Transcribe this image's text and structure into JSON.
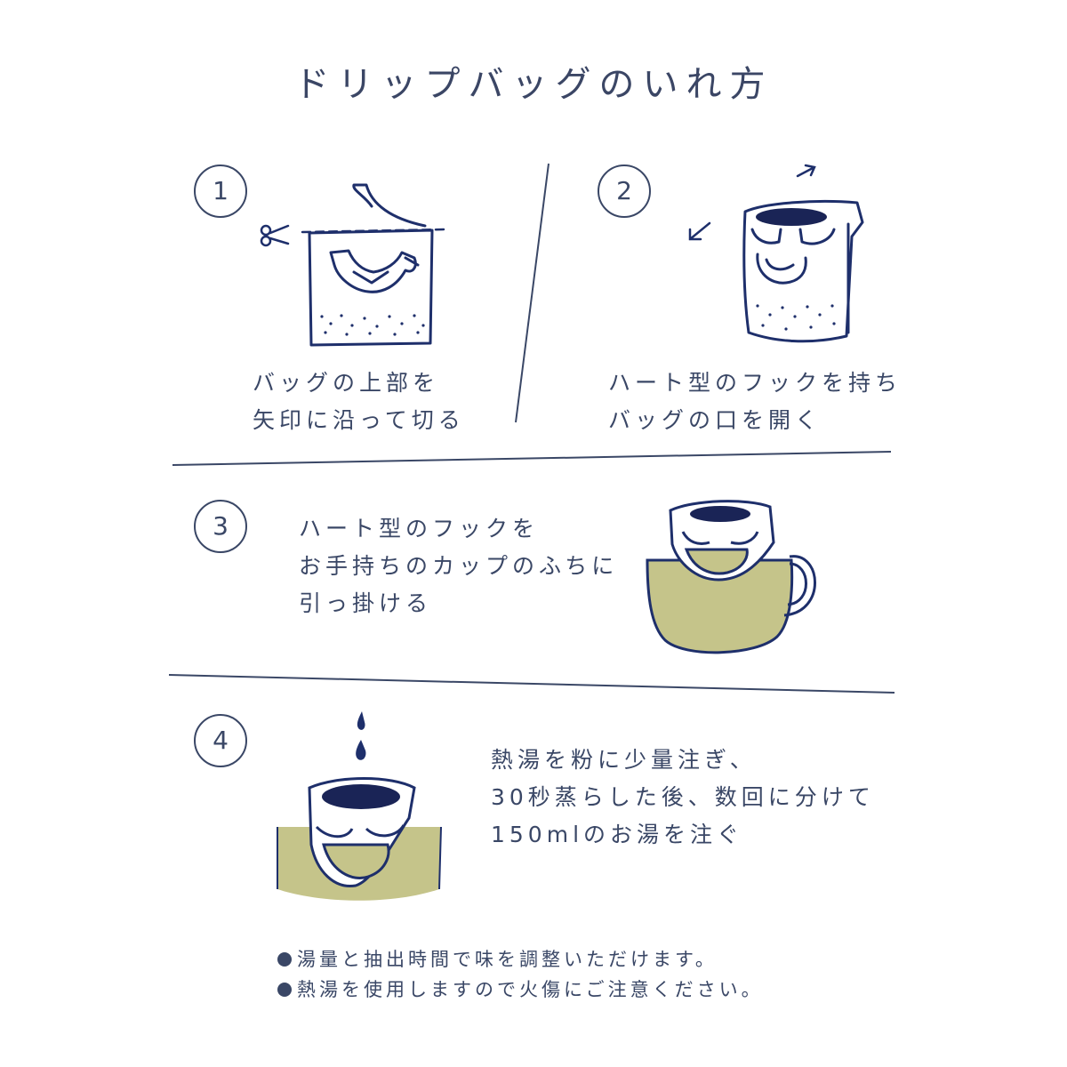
{
  "title": "ドリップバッグのいれ方",
  "steps": [
    {
      "number": "1",
      "lines": [
        "バッグの上部を",
        "矢印に沿って切る"
      ]
    },
    {
      "number": "2",
      "lines": [
        "ハート型のフックを持ち",
        "バッグの口を開く"
      ]
    },
    {
      "number": "3",
      "lines": [
        "ハート型のフックを",
        "お手持ちのカップのふちに",
        "引っ掛ける"
      ]
    },
    {
      "number": "4",
      "lines": [
        "熱湯を粉に少量注ぎ、",
        "30秒蒸らした後、数回に分けて",
        "150mlのお湯を注ぐ"
      ]
    }
  ],
  "notes": [
    "湯量と抽出時間で味を調整いただけます。",
    "熱湯を使用しますので火傷にご注意ください。"
  ],
  "colors": {
    "ink": "#3a4766",
    "line_navy": "#1e2f6b",
    "cup_olive": "#c5c48a",
    "coffee": "#1a2456"
  }
}
